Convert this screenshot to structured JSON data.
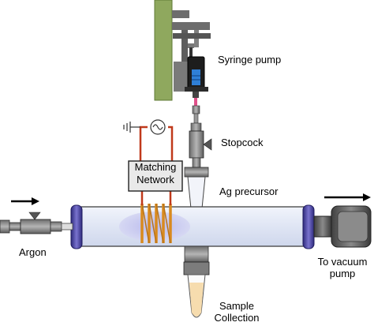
{
  "labels": {
    "syringe_pump": "Syringe pump",
    "stopcock": "Stopcock",
    "matching_network_line1": "Matching",
    "matching_network_line2": "Network",
    "ag_precursor": "Ag precursor",
    "argon": "Argon",
    "to_vacuum_pump_line1": "To vacuum",
    "to_vacuum_pump_line2": "pump",
    "sample_collection_line1": "Sample",
    "sample_collection_line2": "Collection"
  },
  "colors": {
    "tube_glass": "#dde4f4",
    "plasma_glow": "#c6c6ee",
    "coil": "#d98a1e",
    "rf_wire": "#c0391b",
    "flange": "#4b44a8",
    "pump_panel": "#8fa85e",
    "syringe_liquid": "#2f7fd6",
    "syringe_needle": "#e0508a",
    "collection_liquid": "#f6dcae"
  },
  "icons": [
    "ac-source-icon",
    "ground-icon",
    "flow-arrow-icon",
    "valve-icon",
    "coil-icon"
  ]
}
